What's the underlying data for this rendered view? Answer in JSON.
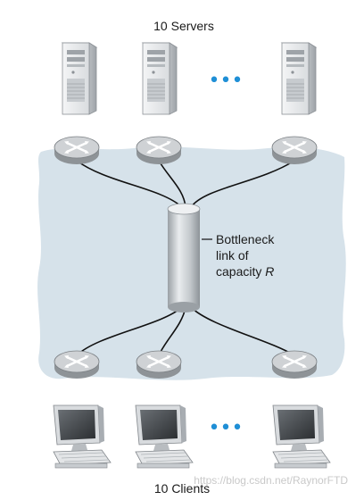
{
  "diagram": {
    "servers_label": "10 Servers",
    "clients_label": "10 Clients",
    "ellipsis_top": "•••",
    "ellipsis_bottom": "•••",
    "bottleneck_label_line1": "Bottleneck",
    "bottleneck_label_line2": "link of",
    "bottleneck_label_line3_prefix": "capacity ",
    "bottleneck_label_line3_var": "R",
    "watermark": "https://blog.csdn.net/RaynorFTD"
  },
  "colors": {
    "cloud": "#d6e2ea",
    "router": "#c9ccd0",
    "server": "#e4e6e8",
    "pipe": "#b9bec2",
    "link": "#111111",
    "dots": "#1f8fd6"
  },
  "icons": {
    "server": "server-tower-icon",
    "router": "router-icon",
    "client": "desktop-computer-icon"
  }
}
